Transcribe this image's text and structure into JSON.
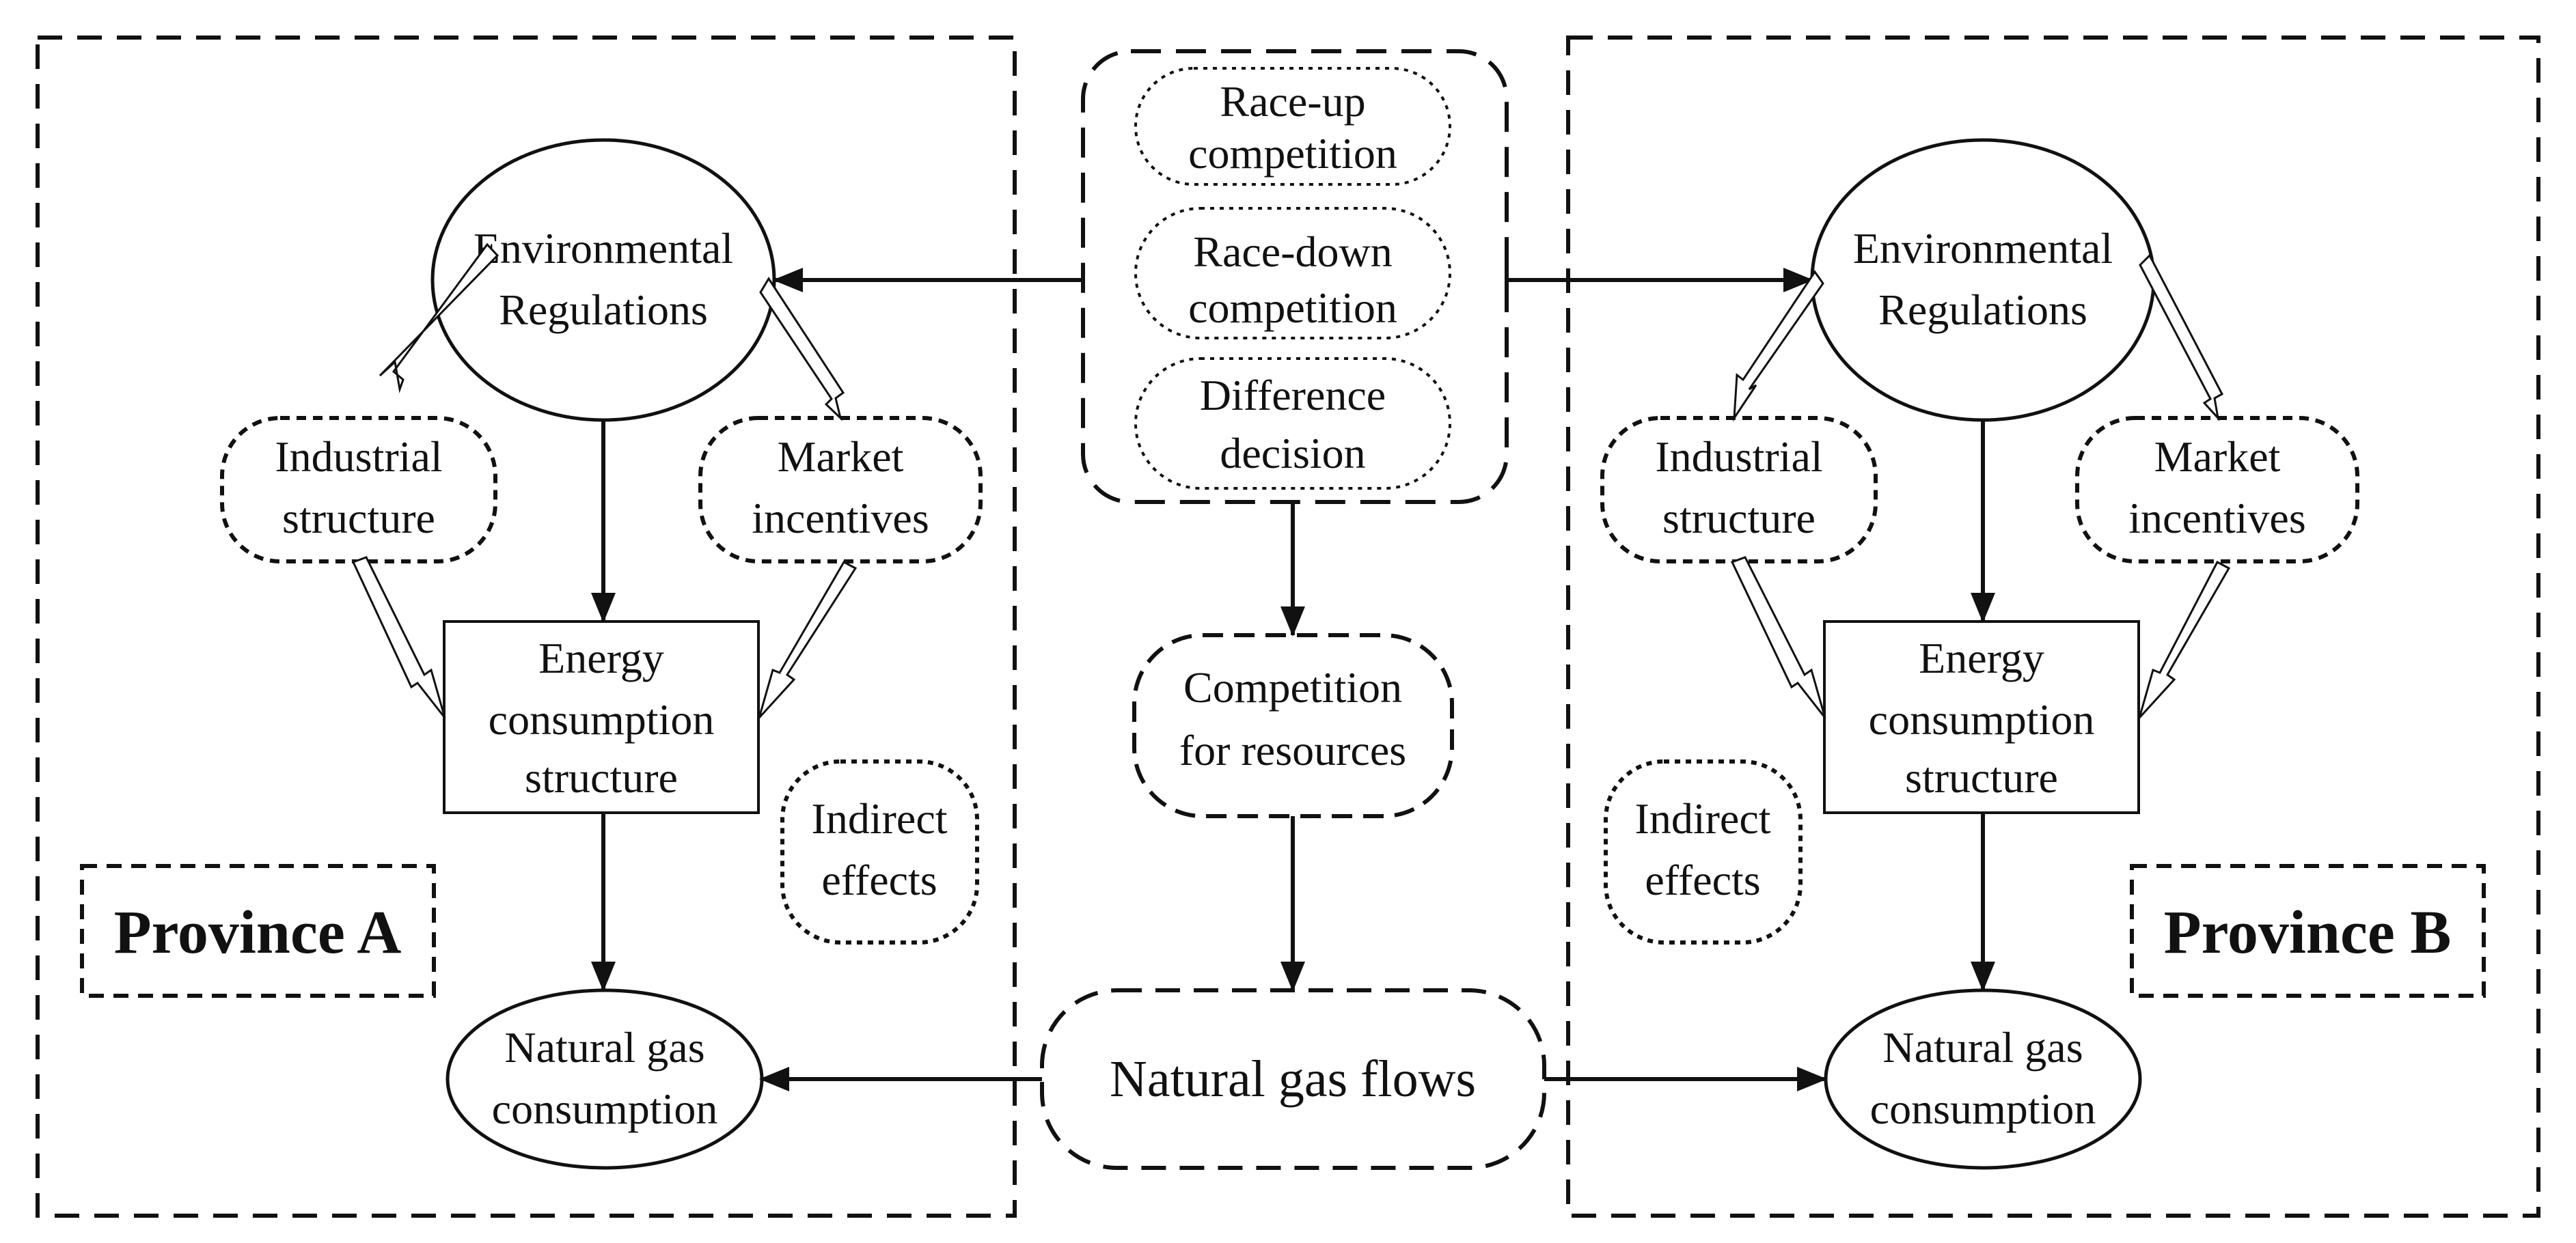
{
  "province_a": {
    "title": "Province A",
    "env_reg": [
      "Environmental",
      "Regulations"
    ],
    "industrial": [
      "Industrial",
      "structure"
    ],
    "market": [
      "Market",
      "incentives"
    ],
    "energy": [
      "Energy",
      "consumption",
      "structure"
    ],
    "indirect": [
      "Indirect",
      "effects"
    ],
    "gas": [
      "Natural gas",
      "consumption"
    ]
  },
  "province_b": {
    "title": "Province B",
    "env_reg": [
      "Environmental",
      "Regulations"
    ],
    "industrial": [
      "Industrial",
      "structure"
    ],
    "market": [
      "Market",
      "incentives"
    ],
    "energy": [
      "Energy",
      "consumption",
      "structure"
    ],
    "indirect": [
      "Indirect",
      "effects"
    ],
    "gas": [
      "Natural gas",
      "consumption"
    ]
  },
  "center": {
    "race_up": [
      "Race-up",
      "competition"
    ],
    "race_down": [
      "Race-down",
      "competition"
    ],
    "difference": [
      "Difference",
      "decision"
    ],
    "competition_resources": [
      "Competition",
      "for resources"
    ],
    "gas_flows": "Natural gas flows"
  }
}
